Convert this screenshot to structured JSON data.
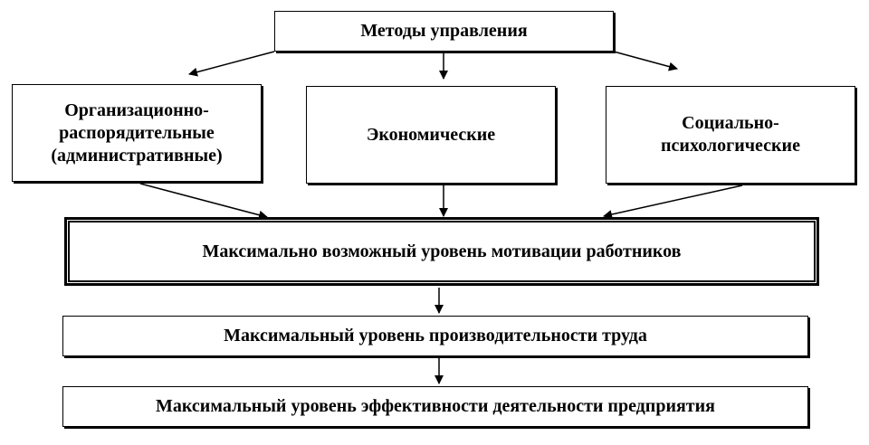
{
  "diagram": {
    "methods": "Методы управления",
    "org": [
      "Организационно-",
      "распорядительные",
      "(административные)"
    ],
    "econ": "Экономические",
    "social": [
      "Социально-",
      "психологические"
    ],
    "motivation": "Максимально возможный уровень мотивации работников",
    "productivity": "Максимальный уровень производительности труда",
    "efficiency": "Максимальный уровень эффективности деятельности предприятия"
  },
  "colors": {
    "line": "#000000",
    "background": "#ffffff"
  }
}
